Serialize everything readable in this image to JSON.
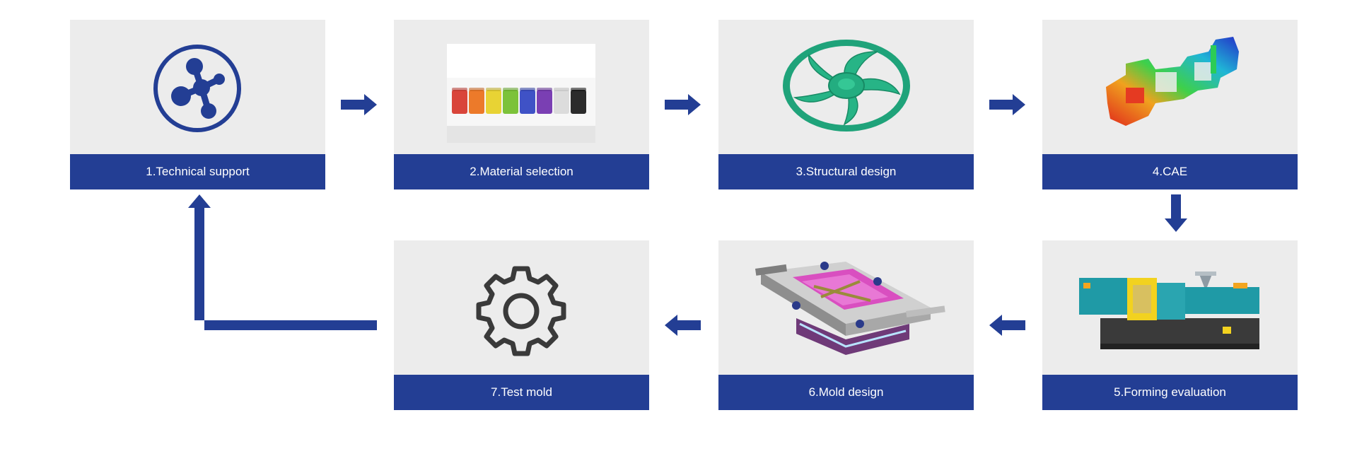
{
  "colors": {
    "accent": "#233e94",
    "panel": "#ececec",
    "text_on_accent": "#ffffff"
  },
  "steps": [
    {
      "label": "1.Technical support",
      "icon": "network-icon"
    },
    {
      "label": "2.Material selection",
      "icon": "material-samples-image"
    },
    {
      "label": "3.Structural design",
      "icon": "fan-image"
    },
    {
      "label": "4.CAE",
      "icon": "cae-simulation-image"
    },
    {
      "label": "5.Forming evaluation",
      "icon": "injection-machine-image"
    },
    {
      "label": "6.Mold design",
      "icon": "mold-image"
    },
    {
      "label": "7.Test mold",
      "icon": "gear-icon"
    }
  ]
}
